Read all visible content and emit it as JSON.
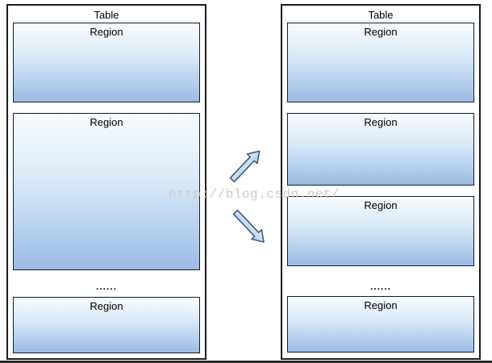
{
  "diagram": {
    "watermark": "http://blog.csdn.net/",
    "left_table": {
      "title": "Table",
      "regions": [
        {
          "label": "Region"
        },
        {
          "label": "Region"
        },
        {
          "label": "Region"
        }
      ],
      "ellipsis": "......"
    },
    "right_table": {
      "title": "Table",
      "regions": [
        {
          "label": "Region"
        },
        {
          "label": "Region"
        },
        {
          "label": "Region"
        },
        {
          "label": "Region"
        }
      ],
      "ellipsis": "......"
    },
    "arrows": [
      {
        "name": "split-arrow-up-right",
        "direction": "up-right"
      },
      {
        "name": "split-arrow-down-right",
        "direction": "down-right"
      }
    ],
    "colors": {
      "region_fill_top": "#f8fbfe",
      "region_fill_bottom": "#9bbbe4",
      "region_border": "#0f1e33",
      "table_border": "#1c1c1c",
      "arrow_fill_light": "#e7effa",
      "arrow_fill_dark": "#a9c3e6",
      "arrow_border": "#33547f",
      "watermark_text": "#cdcdcd",
      "bottom_rule": "#2a2a2a"
    }
  }
}
